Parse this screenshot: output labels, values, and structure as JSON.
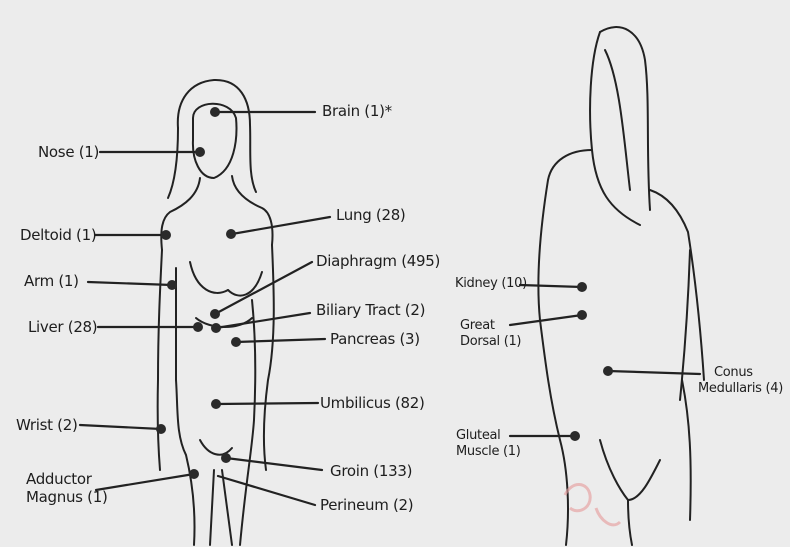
{
  "colors": {
    "background": "#ececec",
    "ink": "#1e1e1e",
    "watermark": "#e79a9a"
  },
  "front_labels": {
    "brain": "Brain (1)*",
    "nose": "Nose (1)",
    "deltoid": "Deltoid (1)",
    "lung": "Lung (28)",
    "diaphragm": "Diaphragm (495)",
    "arm": "Arm (1)",
    "biliary_tract": "Biliary Tract (2)",
    "liver": "Liver (28)",
    "pancreas": "Pancreas (3)",
    "umbilicus": "Umbilicus (82)",
    "wrist": "Wrist (2)",
    "groin": "Groin (133)",
    "adductor_magnus": [
      "Adductor",
      "Magnus (1)"
    ],
    "perineum": "Perineum (2)"
  },
  "back_labels": {
    "kidney": "Kidney (10)",
    "great_dorsal": [
      "Great",
      "Dorsal (1)"
    ],
    "conus_medullaris": [
      "Conus",
      "Medullaris (4)"
    ],
    "gluteal_muscle": [
      "Gluteal",
      "Muscle (1)"
    ]
  }
}
